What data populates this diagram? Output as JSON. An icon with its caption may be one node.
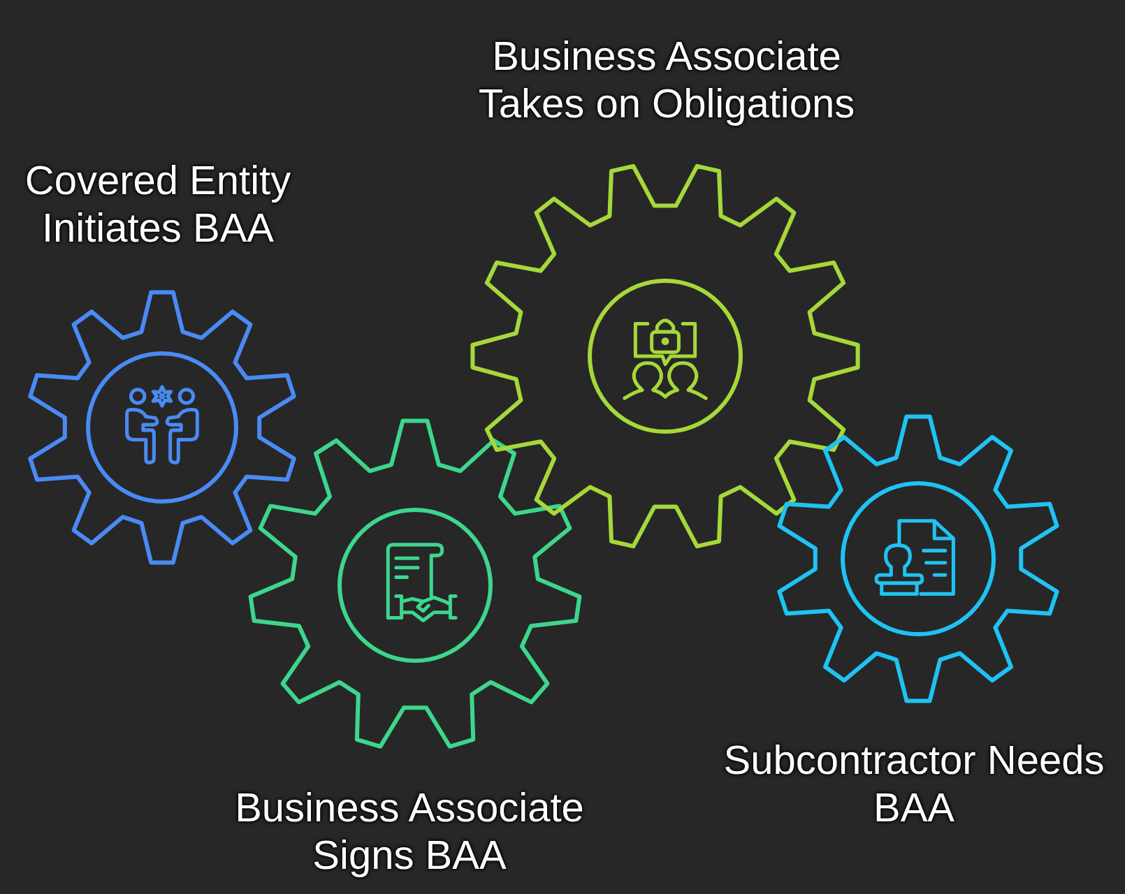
{
  "diagram": {
    "nodes": [
      {
        "text": [
          "Covered Entity Initiates BAA"
        ]
      },
      {
        "text": [
          "Business Associate Signs BAA"
        ]
      },
      {
        "text": [
          "Business Associate Takes on Obligations"
        ]
      },
      {
        "text": [
          "Subcontractor Needs BAA"
        ]
      }
    ]
  }
}
